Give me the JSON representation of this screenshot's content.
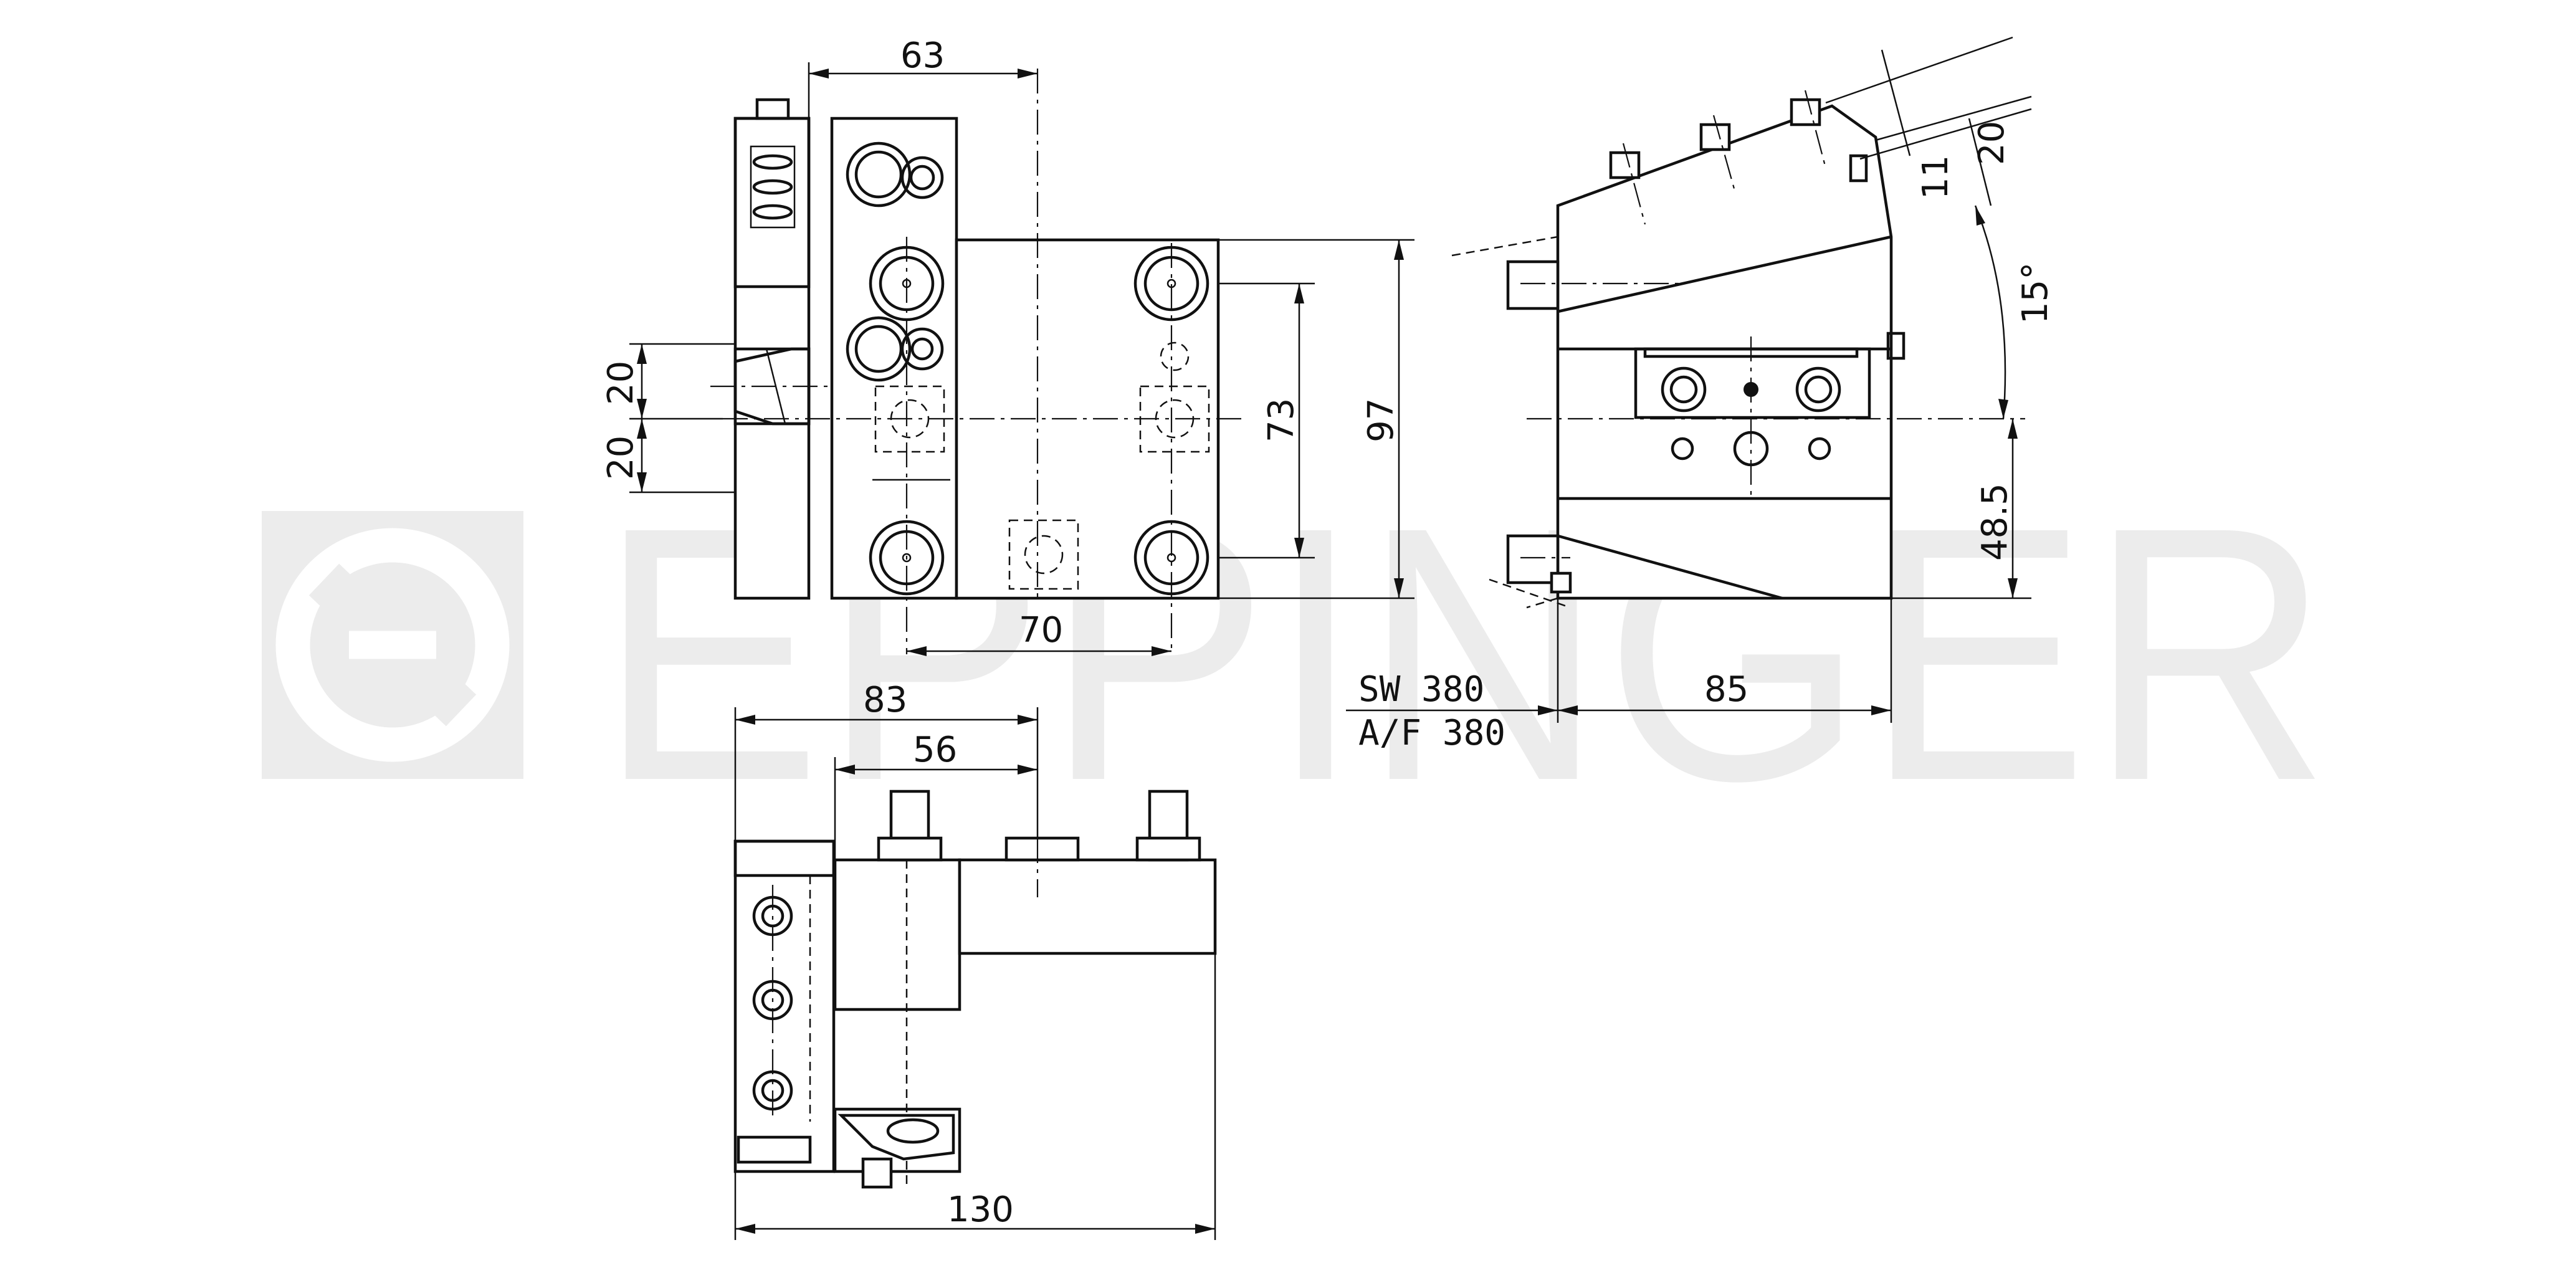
{
  "watermark": {
    "text": "EPPINGER",
    "color": "#ececec",
    "logo_icon": "eppinger-logo-icon"
  },
  "dimensions": {
    "top_width": "63",
    "left_upper": "20",
    "left_lower": "20",
    "hole_spacing": "73",
    "overall_height": "97",
    "bottom_spacing": "70",
    "side_a": "20",
    "side_b": "11",
    "angle": "15°",
    "side_height": "48.5",
    "side_width": "85",
    "plan_width_outer": "83",
    "plan_width_inner": "56",
    "plan_total": "130"
  },
  "notes": {
    "sw": "SW  380",
    "af": "A/F  380"
  },
  "colors": {
    "line": "#111111",
    "background": "#ffffff"
  }
}
